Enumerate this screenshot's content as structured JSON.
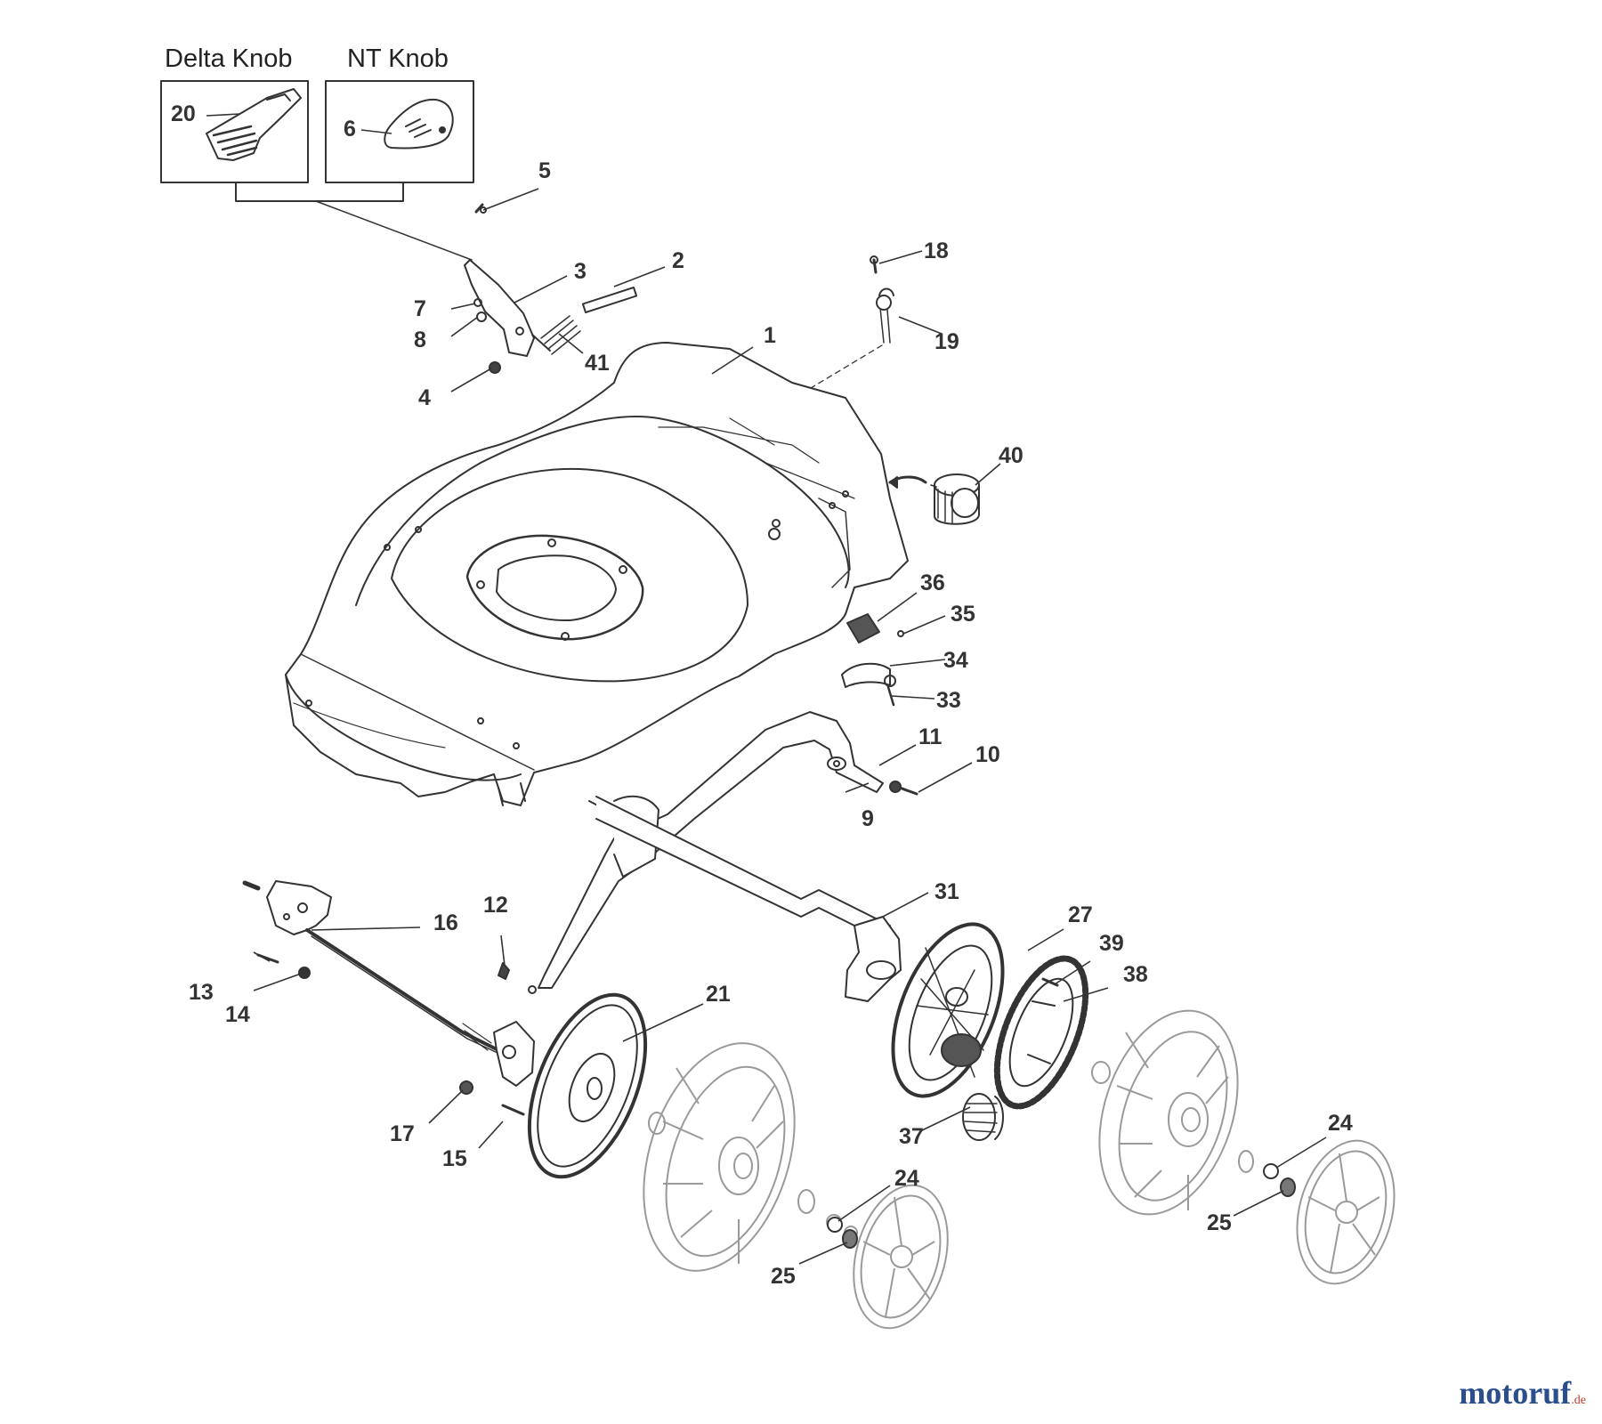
{
  "knob_boxes": {
    "delta_title": "Delta Knob",
    "nt_title": "NT Knob"
  },
  "callouts": [
    "1",
    "2",
    "3",
    "4",
    "5",
    "6",
    "7",
    "8",
    "9",
    "10",
    "11",
    "12",
    "13",
    "14",
    "15",
    "16",
    "17",
    "18",
    "19",
    "20",
    "21",
    "24",
    "24",
    "25",
    "25",
    "27",
    "31",
    "33",
    "34",
    "35",
    "36",
    "37",
    "38",
    "39",
    "40",
    "41"
  ],
  "watermark": {
    "name": "motoruf",
    "tld": ".de"
  },
  "colors": {
    "line": "#333333",
    "faint": "#9a9a9a",
    "brand": "#2b4e8c",
    "brand_dot": "#c0392b"
  }
}
